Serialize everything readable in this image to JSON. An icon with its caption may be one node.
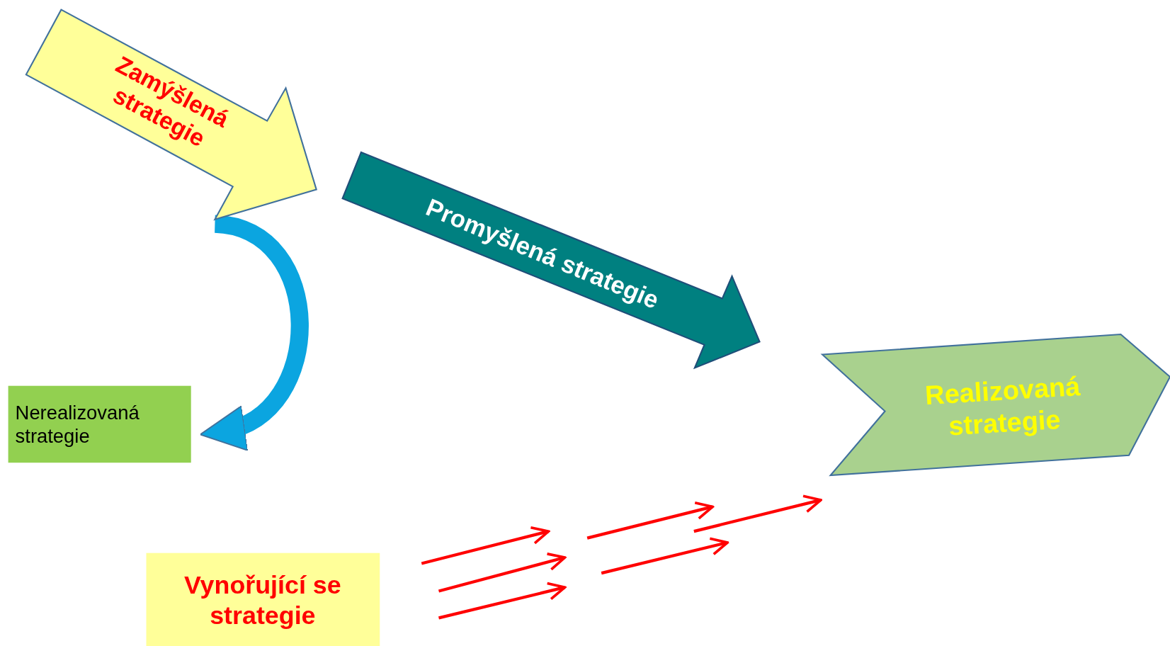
{
  "diagram": {
    "nodes": [
      {
        "text": [
          "Zamýšlená strategie"
        ]
      },
      {
        "text": [
          "Promyšlená strategie"
        ]
      },
      {
        "text": [
          "Realizovaná strategie"
        ]
      },
      {
        "text": [
          "Nerealizovaná strategie"
        ]
      },
      {
        "text": [
          "Vynořující se strategie"
        ]
      }
    ],
    "edges": [
      {
        "from": 0,
        "to": 3,
        "arrow": "to",
        "color": "#0ba5e0"
      }
    ]
  }
}
